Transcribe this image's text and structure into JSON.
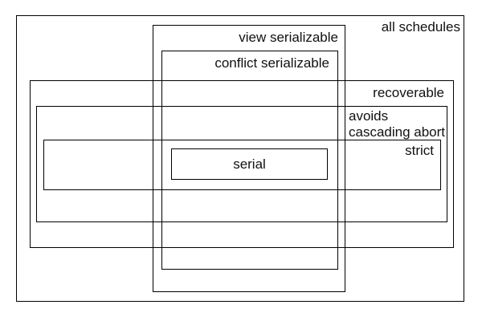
{
  "diagram": {
    "background_color": "#ffffff",
    "line_color": "#000000",
    "text_color": "#111111",
    "labels": {
      "all_schedules": "all schedules",
      "view_serializable": "view serializable",
      "conflict_serializable": "conflict serializable",
      "recoverable": "recoverable",
      "avoids_cascading_abort_line1": "avoids",
      "avoids_cascading_abort_line2": "cascading abort",
      "strict": "strict",
      "serial": "serial"
    }
  }
}
